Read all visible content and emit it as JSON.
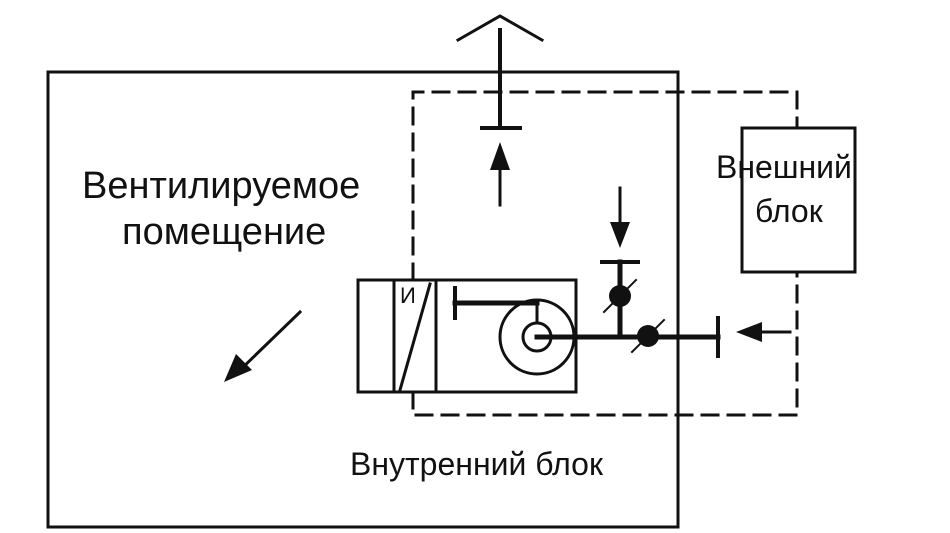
{
  "labels": {
    "room_line1": "Вентилируемое",
    "room_line2": "помещение",
    "outdoor_line1": "Внешний",
    "outdoor_line2": "блок",
    "indoor_unit": "Внутренний блок",
    "filter_mark": "И"
  },
  "colors": {
    "stroke": "#111111",
    "background": "#ffffff"
  }
}
